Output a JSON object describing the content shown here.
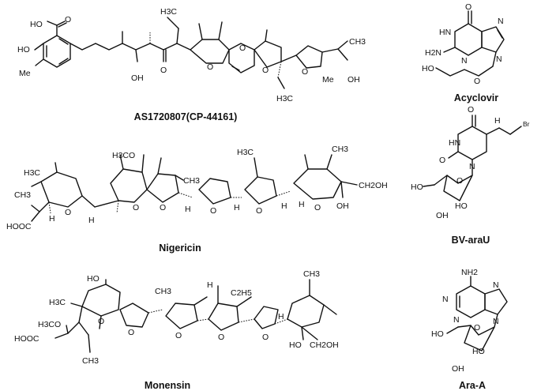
{
  "figure": {
    "molecules": [
      {
        "id": "as1720807",
        "caption": "AS1720807(CP-44161)",
        "labels": [
          "HO",
          "O",
          "HO",
          "Me",
          "OH",
          "O",
          "H3C",
          "O",
          "O",
          "O",
          "O",
          "Me",
          "OH",
          "CH3",
          "H3C"
        ]
      },
      {
        "id": "nigericin",
        "caption": "Nigericin",
        "labels": [
          "H3CO",
          "H3C",
          "CH3",
          "HOOC",
          "H",
          "O",
          "H",
          "O",
          "O",
          "CH3",
          "H",
          "O",
          "H",
          "O",
          "H",
          "O",
          "H",
          "OH",
          "CH2OH",
          "H3C",
          "CH3"
        ]
      },
      {
        "id": "monensin",
        "caption": "Monensin",
        "labels": [
          "HO",
          "H3C",
          "H3CO",
          "HOOC",
          "CH3",
          "O",
          "O",
          "CH3",
          "O",
          "O",
          "C2H5",
          "O",
          "H",
          "CH3",
          "HO",
          "CH2OH",
          "H"
        ]
      },
      {
        "id": "acyclovir",
        "caption": "Acyclovir",
        "labels": [
          "O",
          "HN",
          "N",
          "H2N",
          "N",
          "N",
          "HO",
          "O"
        ]
      },
      {
        "id": "bv-arau",
        "caption": "BV-araU",
        "labels": [
          "O",
          "H",
          "Br",
          "HN",
          "O",
          "N",
          "HO",
          "HO",
          "O",
          "OH"
        ]
      },
      {
        "id": "ara-a",
        "caption": "Ara-A",
        "labels": [
          "NH2",
          "N",
          "N",
          "N",
          "N",
          "HO",
          "O",
          "HO",
          "OH"
        ]
      }
    ]
  }
}
